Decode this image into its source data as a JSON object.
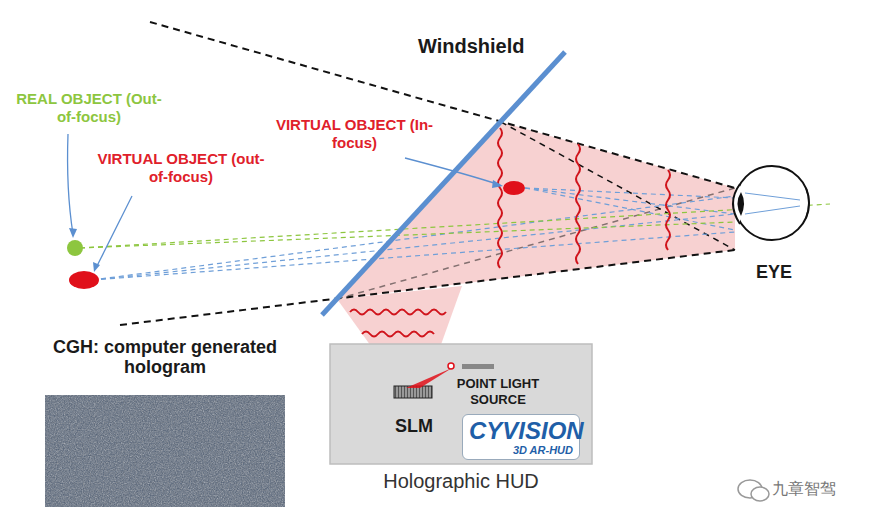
{
  "diagram": {
    "nodes": [
      {
        "text": [
          "CGH: computer generated hologram"
        ]
      },
      {
        "text": [
          "Holographic HUD"
        ]
      },
      {
        "text": [
          "CYVISION",
          "3D AR-HUD"
        ],
        "in": 1
      }
    ],
    "labels": [
      "Windshield",
      "REAL OBJECT (Out-of-focus)",
      "VIRTUAL OBJECT (out-of-focus)",
      "VIRTUAL OBJECT (In-focus)",
      "EYE",
      "SLM",
      "POINT LIGHT SOURCE",
      "九章智驾"
    ]
  }
}
